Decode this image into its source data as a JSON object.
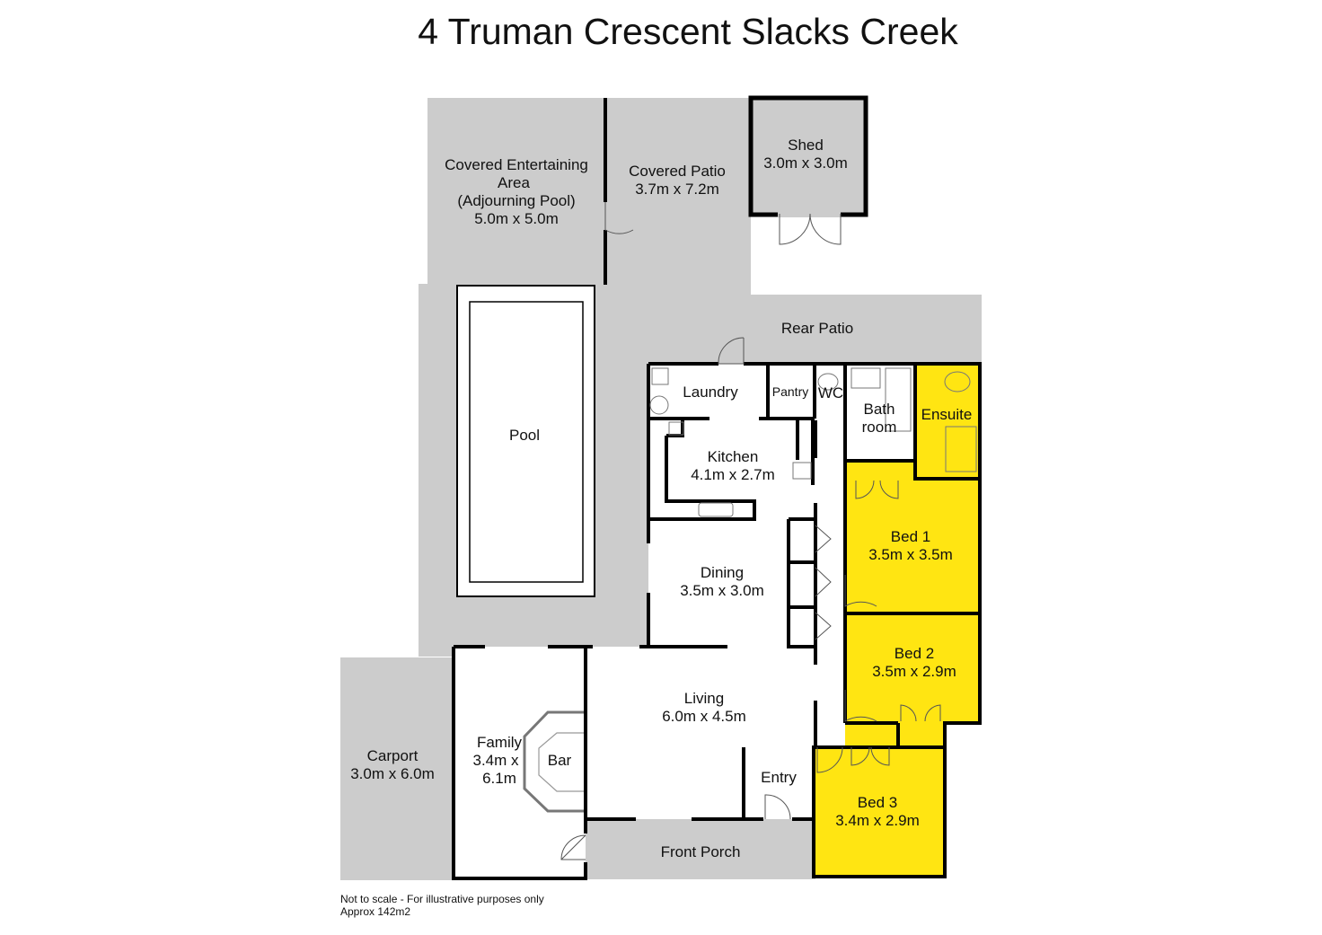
{
  "title": "4 Truman Crescent Slacks Creek",
  "colors": {
    "outdoor": "#cccccc",
    "bedroom": "#ffe512",
    "wall": "#000000",
    "interior": "#ffffff"
  },
  "rooms": {
    "covered_entertaining": {
      "name_lines": [
        "Covered Entertaining",
        "Area",
        "(Adjourning Pool)"
      ],
      "size": "5.0m x 5.0m"
    },
    "covered_patio": {
      "name": "Covered Patio",
      "size": "3.7m x 7.2m"
    },
    "shed": {
      "name": "Shed",
      "size": "3.0m x 3.0m"
    },
    "rear_patio": {
      "name": "Rear Patio"
    },
    "pool": {
      "name": "Pool"
    },
    "laundry": {
      "name": "Laundry"
    },
    "pantry": {
      "name": "Pantry"
    },
    "wc": {
      "name": "WC"
    },
    "bathroom": {
      "name_lines": [
        "Bath",
        "room"
      ]
    },
    "ensuite": {
      "name": "Ensuite"
    },
    "kitchen": {
      "name": "Kitchen",
      "size": "4.1m x 2.7m"
    },
    "dining": {
      "name": "Dining",
      "size": "3.5m x 3.0m"
    },
    "bed1": {
      "name": "Bed 1",
      "size": "3.5m x 3.5m"
    },
    "bed2": {
      "name": "Bed 2",
      "size": "3.5m x 2.9m"
    },
    "bed3": {
      "name": "Bed 3",
      "size": "3.4m x 2.9m"
    },
    "living": {
      "name": "Living",
      "size": "6.0m x 4.5m"
    },
    "entry": {
      "name": "Entry"
    },
    "family": {
      "name": "Family",
      "size_lines": [
        "3.4m x",
        "6.1m"
      ]
    },
    "bar": {
      "name": "Bar"
    },
    "carport": {
      "name": "Carport",
      "size": "3.0m x 6.0m"
    },
    "front_porch": {
      "name": "Front Porch"
    }
  },
  "notes": {
    "disclaimer": "Not to scale - For illustrative purposes only",
    "area": "Approx 142m2"
  }
}
